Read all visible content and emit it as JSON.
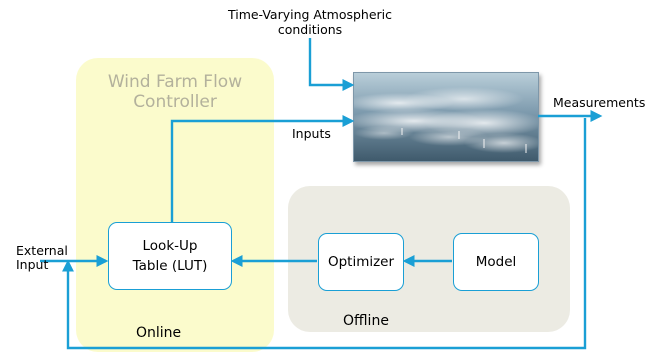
{
  "regions": {
    "online_title": "Wind Farm Flow Controller",
    "online_label": "Online",
    "offline_label": "Offline"
  },
  "labels": {
    "atmospheric": "Time-Varying Atmospheric\nconditions",
    "measurements": "Measurements",
    "inputs": "Inputs",
    "external_input": "External\nInput"
  },
  "boxes": {
    "lut": "Look-Up\nTable (LUT)",
    "optimizer": "Optimizer",
    "model": "Model"
  },
  "colors": {
    "arrow": "#1a9fd5",
    "online_region": "#fbfbcc",
    "offline_region": "#ecebe3"
  }
}
